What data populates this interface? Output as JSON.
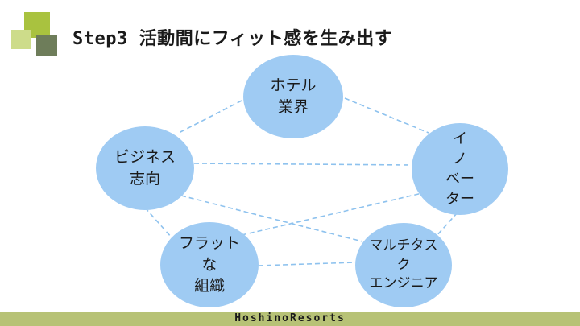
{
  "title": {
    "step": "Step3",
    "text": "活動間にフィット感を生み出す"
  },
  "nodes": {
    "hotel": "ホテル\n業界",
    "biz": "ビジネス\n志向",
    "inno": "イ\nノ\nベー\nター",
    "flat": "フラット\nな\n組織",
    "multi": "マルチタス\nク\nエンジニア"
  },
  "footer": {
    "brand": "HoshinoResorts"
  },
  "colors": {
    "node_fill": "#9fcbf3",
    "connector": "#8ec2ee",
    "accent_lime": "#a9c23f",
    "footer_bar": "#b7c276"
  }
}
